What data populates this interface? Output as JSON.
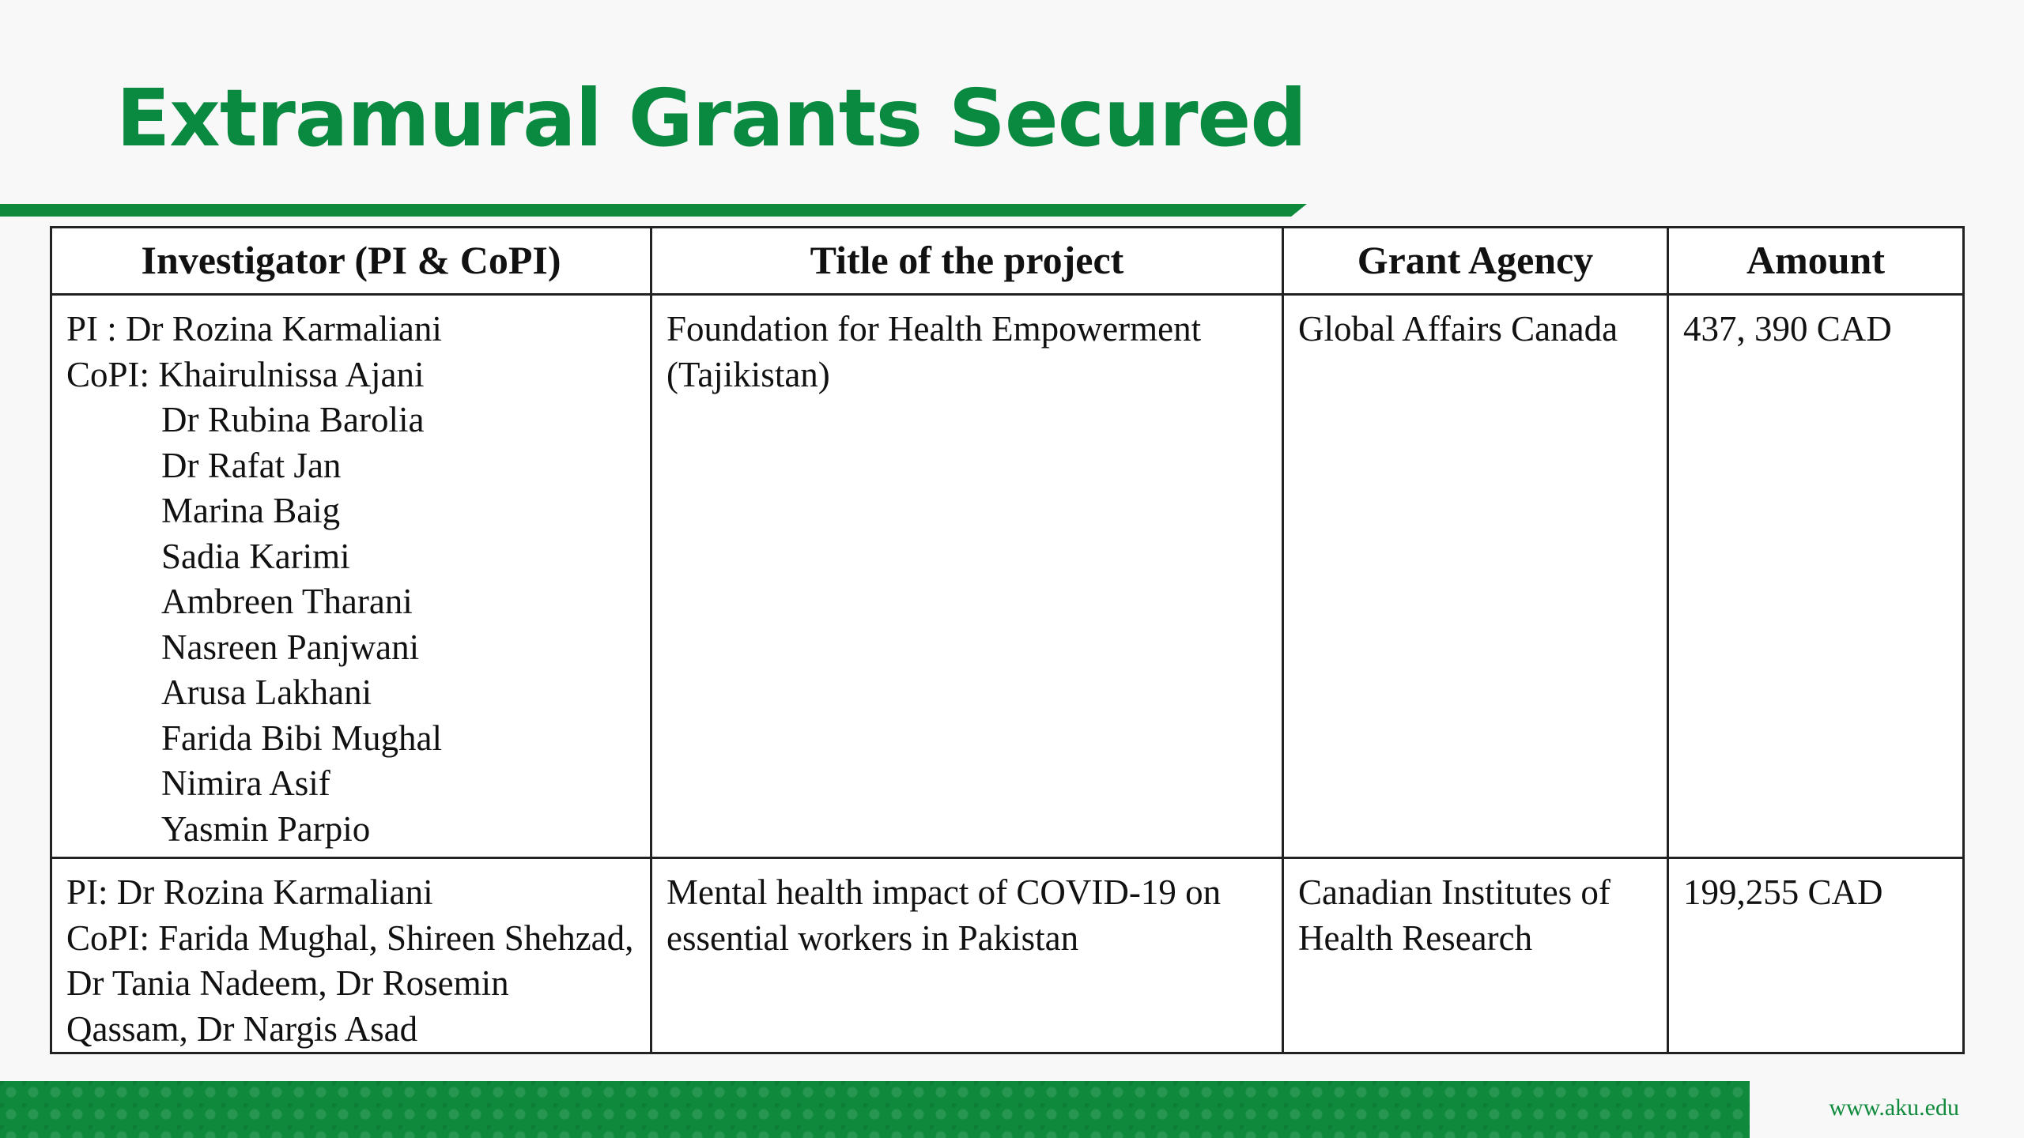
{
  "slide": {
    "title": "Extramural Grants Secured",
    "footer_url": "www.aku.edu",
    "accent_color": "#0f8a3c"
  },
  "table": {
    "headers": [
      "Investigator (PI & CoPI)",
      "Title of the project",
      "Grant Agency",
      "Amount"
    ],
    "rows": [
      {
        "investigators": {
          "pi": "PI : Dr Rozina Karmaliani",
          "copi_lead": "CoPI: Khairulnissa Ajani",
          "copi_others": [
            "Dr Rubina Barolia",
            "Dr Rafat Jan",
            "Marina Baig",
            "Sadia Karimi",
            "Ambreen Tharani",
            "Nasreen Panjwani",
            "Arusa Lakhani",
            "Farida Bibi Mughal",
            "Nimira Asif",
            "Yasmin Parpio"
          ]
        },
        "title": "Foundation for Health Empowerment (Tajikistan)",
        "agency": "Global Affairs Canada",
        "amount": "437, 390 CAD"
      },
      {
        "investigators": {
          "pi": "PI: Dr Rozina Karmaliani",
          "copi": "CoPI: Farida Mughal, Shireen Shehzad, Dr Tania Nadeem, Dr Rosemin Qassam, Dr Nargis Asad"
        },
        "title": "Mental health impact of COVID-19 on essential workers in Pakistan",
        "agency": "Canadian Institutes of Health Research",
        "amount": "199,255 CAD"
      }
    ]
  }
}
